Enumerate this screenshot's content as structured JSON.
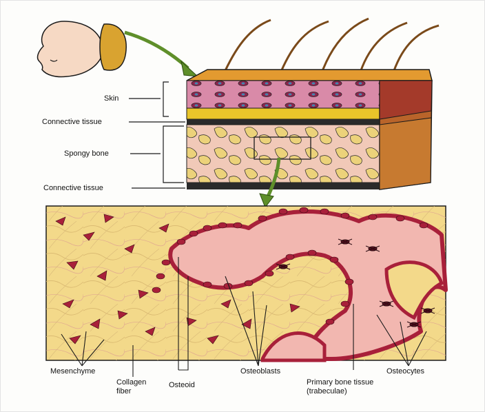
{
  "labels": {
    "skin": "Skin",
    "connective_top": "Connective tissue",
    "spongy_bone": "Spongy bone",
    "connective_bottom": "Connective tissue",
    "mesenchyme": "Mesenchyme",
    "collagen_fiber_1": "Collagen",
    "collagen_fiber_2": "fiber",
    "osteoid": "Osteoid",
    "osteoblasts": "Osteoblasts",
    "primary_bone_1": "Primary bone tissue",
    "primary_bone_2": "(trabeculae)",
    "osteocytes": "Osteocytes"
  },
  "colors": {
    "mesenchyme_bg": "#f3d98a",
    "bone_pink": "#f2b7b0",
    "cell_red": "#a8203a",
    "skin_pink": "#d98aa8",
    "fat_yellow": "#e9c52a",
    "outline": "#1a1a1a",
    "arrow_green": "#5f8f2a",
    "head_skin": "#f6d9c4",
    "cap_orange": "#d9a330"
  }
}
